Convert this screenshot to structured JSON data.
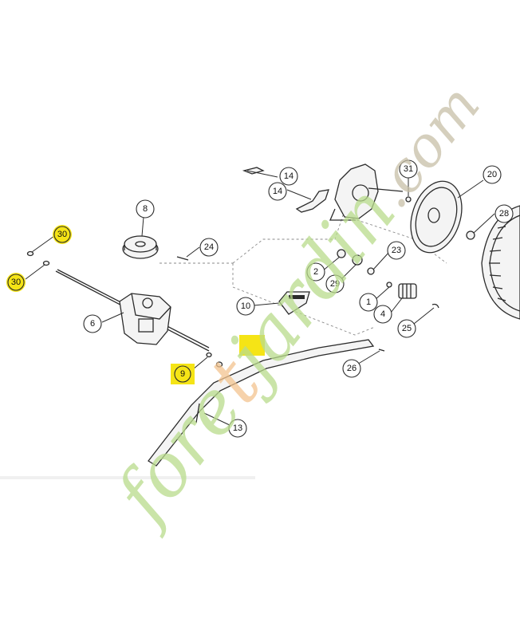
{
  "colors": {
    "line": "#2b2b2b",
    "highlight": "#f5e416",
    "watermark_green": "#b9dc8c",
    "watermark_orange": "#f3c48f",
    "watermark_gray": "#c8c0a8"
  },
  "callouts": {
    "c30a": "30",
    "c30b": "30",
    "c8": "8",
    "c24": "24",
    "c6": "6",
    "c9": "9",
    "c14a": "14",
    "c14b": "14",
    "c31": "31",
    "c20": "20",
    "c28": "28",
    "c2": "2",
    "c29": "29",
    "c23": "23",
    "c1": "1",
    "c4": "4",
    "c25": "25",
    "c10": "10",
    "c26": "26",
    "c13": "13"
  },
  "watermark": {
    "text_part1": "fore",
    "text_part2": "t",
    "text_part3": "jardin",
    "text_part4": ".com"
  }
}
